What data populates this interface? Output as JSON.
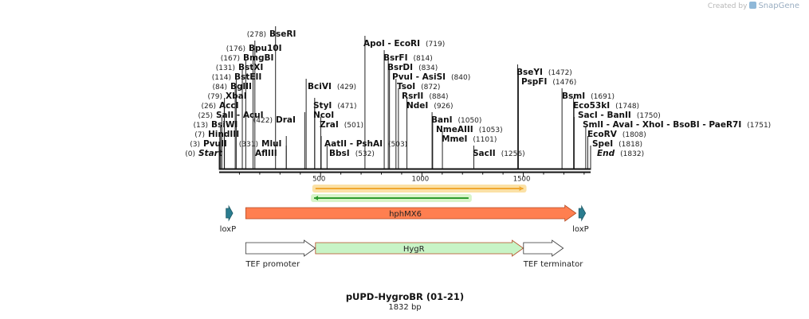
{
  "credit": {
    "prefix": "Created by",
    "brand": "SnapGene"
  },
  "sequence": {
    "name": "pUPD-HygroBR (01-21)",
    "length_label": "1832 bp",
    "length": 1832
  },
  "ruler": {
    "ticks": [
      500,
      1000,
      1500
    ]
  },
  "enzymes": [
    {
      "name": "Start",
      "pos": 0,
      "label": "(0)",
      "italic": true
    },
    {
      "name": "PvuII",
      "pos": 3,
      "label": "(3)"
    },
    {
      "name": "HindIII",
      "pos": 7,
      "label": "(7)"
    },
    {
      "name": "BsiWI",
      "pos": 13,
      "label": "(13)"
    },
    {
      "name": "SalI - AcuI",
      "pos": 25,
      "label": "(25)"
    },
    {
      "name": "AccI",
      "pos": 26,
      "label": "(26)"
    },
    {
      "name": "XbaI",
      "pos": 79,
      "label": "(79)"
    },
    {
      "name": "BglII",
      "pos": 84,
      "label": "(84)"
    },
    {
      "name": "BstEII",
      "pos": 114,
      "label": "(114)"
    },
    {
      "name": "BstXI",
      "pos": 131,
      "label": "(131)"
    },
    {
      "name": "BmgBI",
      "pos": 167,
      "label": "(167)"
    },
    {
      "name": "Bpu10I",
      "pos": 176,
      "label": "(176)"
    },
    {
      "name": "BseRI",
      "pos": 278,
      "label": "(278)"
    },
    {
      "name": "AflIII",
      "pos": 331,
      "label": ""
    },
    {
      "name": "MluI",
      "pos": 331,
      "label": "(331)"
    },
    {
      "name": "DraI",
      "pos": 422,
      "label": "(422)"
    },
    {
      "name": "BciVI",
      "pos": 429,
      "label": "(429)"
    },
    {
      "name": "StyI",
      "pos": 471,
      "label": "(471)"
    },
    {
      "name": "NcoI",
      "pos": 471,
      "label": ""
    },
    {
      "name": "ZraI",
      "pos": 501,
      "label": "(501)"
    },
    {
      "name": "AatII - PshAI",
      "pos": 503,
      "label": "(503)"
    },
    {
      "name": "BbsI",
      "pos": 532,
      "label": "(532)"
    },
    {
      "name": "ApoI - EcoRI",
      "pos": 719,
      "label": "(719)"
    },
    {
      "name": "BsrFI",
      "pos": 814,
      "label": "(814)"
    },
    {
      "name": "BsrDI",
      "pos": 834,
      "label": "(834)"
    },
    {
      "name": "PvuI - AsiSI",
      "pos": 840,
      "label": "(840)"
    },
    {
      "name": "TsoI",
      "pos": 872,
      "label": "(872)"
    },
    {
      "name": "RsrII",
      "pos": 884,
      "label": "(884)"
    },
    {
      "name": "NdeI",
      "pos": 926,
      "label": "(926)"
    },
    {
      "name": "BanI",
      "pos": 1050,
      "label": "(1050)"
    },
    {
      "name": "NmeAIII",
      "pos": 1053,
      "label": "(1053)"
    },
    {
      "name": "MmeI",
      "pos": 1101,
      "label": "(1101)"
    },
    {
      "name": "SacII",
      "pos": 1256,
      "label": "(1256)"
    },
    {
      "name": "BseYI",
      "pos": 1472,
      "label": "(1472)"
    },
    {
      "name": "PspFI",
      "pos": 1476,
      "label": "(1476)"
    },
    {
      "name": "BsmI",
      "pos": 1691,
      "label": "(1691)"
    },
    {
      "name": "Eco53kI",
      "pos": 1748,
      "label": "(1748)"
    },
    {
      "name": "SacI - BanII",
      "pos": 1750,
      "label": "(1750)"
    },
    {
      "name": "SmlI - AvaI - XhoI - BsoBI - PaeR7I",
      "pos": 1751,
      "label": "(1751)"
    },
    {
      "name": "EcoRV",
      "pos": 1808,
      "label": "(1808)"
    },
    {
      "name": "SpeI",
      "pos": 1818,
      "label": "(1818)"
    },
    {
      "name": "End",
      "pos": 1832,
      "label": "(1832)",
      "italic": true
    }
  ],
  "features": [
    {
      "name": "hphMX6",
      "start": 131,
      "end": 1760,
      "strand": 1,
      "color": "#ff7f50",
      "label_inside": true
    },
    {
      "name": "loxP",
      "start": 34,
      "end": 67,
      "strand": 1,
      "color": "#2a7c8f"
    },
    {
      "name": "loxP",
      "start": 1774,
      "end": 1807,
      "strand": 1,
      "color": "#2a7c8f"
    },
    {
      "name": "TEF promoter",
      "start": 131,
      "end": 474,
      "strand": 1,
      "color": "#ffffff"
    },
    {
      "name": "HygR",
      "start": 475,
      "end": 1500,
      "strand": 1,
      "color": "#c8f4c6",
      "label_inside": true
    },
    {
      "name": "TEF terminator",
      "start": 1501,
      "end": 1697,
      "strand": 1,
      "color": "#ffffff"
    }
  ],
  "orfs": [
    {
      "start": 475,
      "end": 1500,
      "strand": 1,
      "color": "#f0a830"
    },
    {
      "start": 468,
      "end": 1230,
      "strand": -1,
      "color": "#2e9c2e"
    }
  ]
}
